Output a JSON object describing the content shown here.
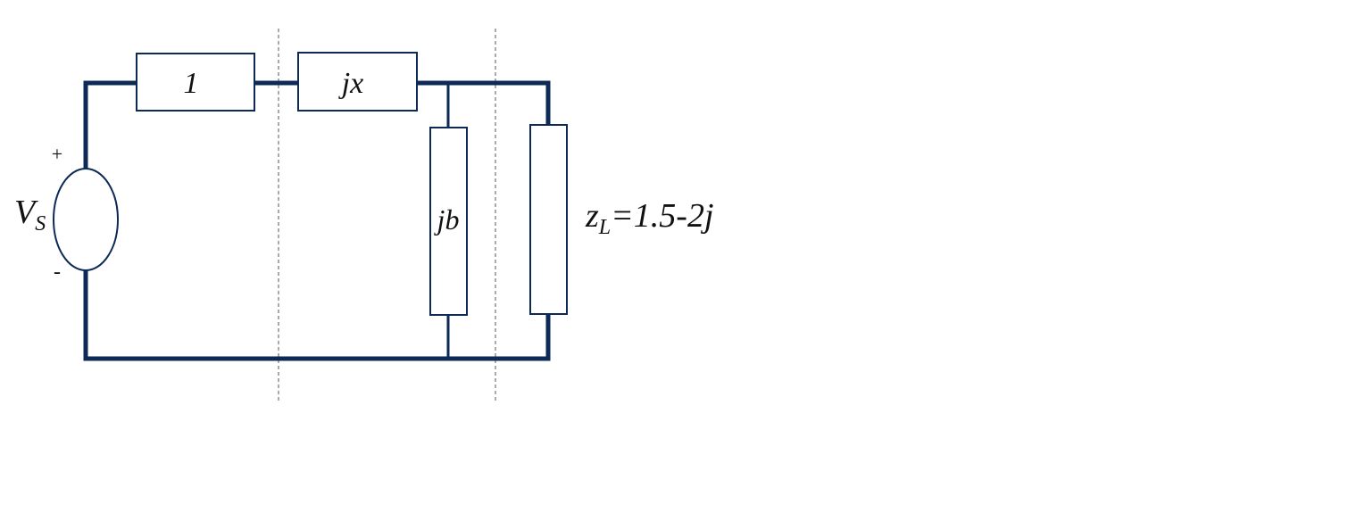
{
  "diagram": {
    "source": {
      "symbol": "V",
      "subscript": "S",
      "plus": "+",
      "minus": "-"
    },
    "series_element": {
      "label": "1"
    },
    "reactance_element": {
      "label": "jx"
    },
    "susceptance_element": {
      "label": "jb"
    },
    "load": {
      "symbol": "z",
      "subscript": "L",
      "value": "=1.5-2j"
    },
    "colors": {
      "wire": "#0d2a57",
      "divider": "#555555",
      "text": "#111111"
    }
  }
}
